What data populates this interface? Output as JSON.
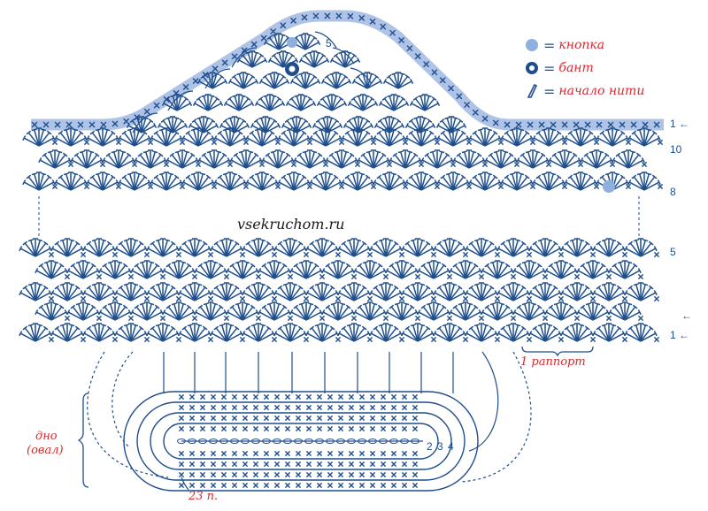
{
  "legend": {
    "items": [
      {
        "icon": "button-dot-icon",
        "label": "кнопка"
      },
      {
        "icon": "bow-ring-icon",
        "label": "бант"
      },
      {
        "icon": "yarn-start-icon",
        "label": "начало нити"
      }
    ],
    "equals": "="
  },
  "watermark": "vsekruchom.ru",
  "row_labels": {
    "top_right": "1 ←",
    "r10": "10",
    "r8": "8",
    "r5": "5",
    "arrow": "←",
    "bottom_1": "1 ←",
    "fold": "5",
    "oval_inner": [
      "2",
      "3",
      "4"
    ]
  },
  "annotations": {
    "repeat": "1 раппорт",
    "bottom_line1": "дно",
    "bottom_line2": "(овал)",
    "stitch_count": "23 п."
  },
  "colors": {
    "stitch": "#1f4e8c",
    "band": "#aec3e6",
    "accent_red": "#d9282f"
  }
}
